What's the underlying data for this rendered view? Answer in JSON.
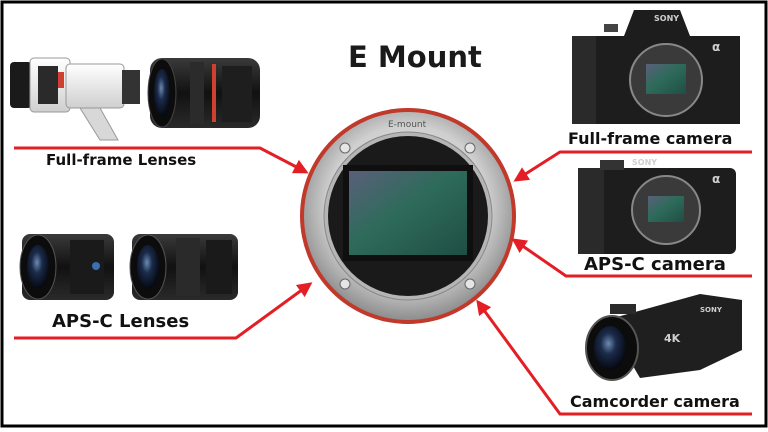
{
  "title": "E Mount",
  "mount_label": "E-mount",
  "brand_label": "SONY",
  "model_mark": "α",
  "camcorder_badge": "4K",
  "labels": {
    "full_frame_lenses": "Full-frame Lenses",
    "apsc_lenses": "APS-C Lenses",
    "full_frame_camera": "Full-frame camera",
    "apsc_camera": "APS-C camera",
    "camcorder_camera": "Camcorder camera"
  },
  "colors": {
    "arrow": "#e31e24",
    "frame": "#000000",
    "sensor": "#2e6b5a",
    "mount_silver": "#c8c8c8",
    "mount_red_ring": "#c0392b"
  }
}
